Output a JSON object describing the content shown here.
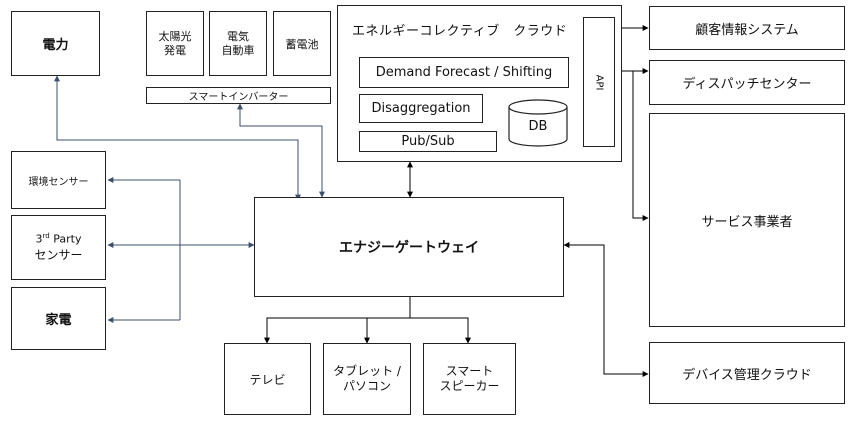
{
  "left": {
    "power": "電力",
    "env_sensor": "環境センサー",
    "third_party_sup": "rd",
    "third_party_num": "3",
    "third_party_rest": " Party",
    "third_party_line2": "センサー",
    "appliance": "家電"
  },
  "top_devices": {
    "solar": "太陽光\n発電",
    "ev": "電気\n自動車",
    "battery": "蓄電池",
    "inverter": "スマートインバーター"
  },
  "cloud": {
    "title": "エネルギーコレクティブ　クラウド",
    "demand": "Demand Forecast / Shifting",
    "disagg": "Disaggregation",
    "pubsub": "Pub/Sub",
    "db": "DB",
    "api": "API"
  },
  "gateway": "エナジーゲートウェイ",
  "bottom": {
    "tv": "テレビ",
    "tablet": "タブレット /\nパソコン",
    "speaker": "スマート\nスピーカー"
  },
  "right": {
    "crm": "顧客情報システム",
    "dispatch": "ディスパッチセンター",
    "service": "サービス事業者",
    "device_cloud": "デバイス管理クラウド"
  }
}
